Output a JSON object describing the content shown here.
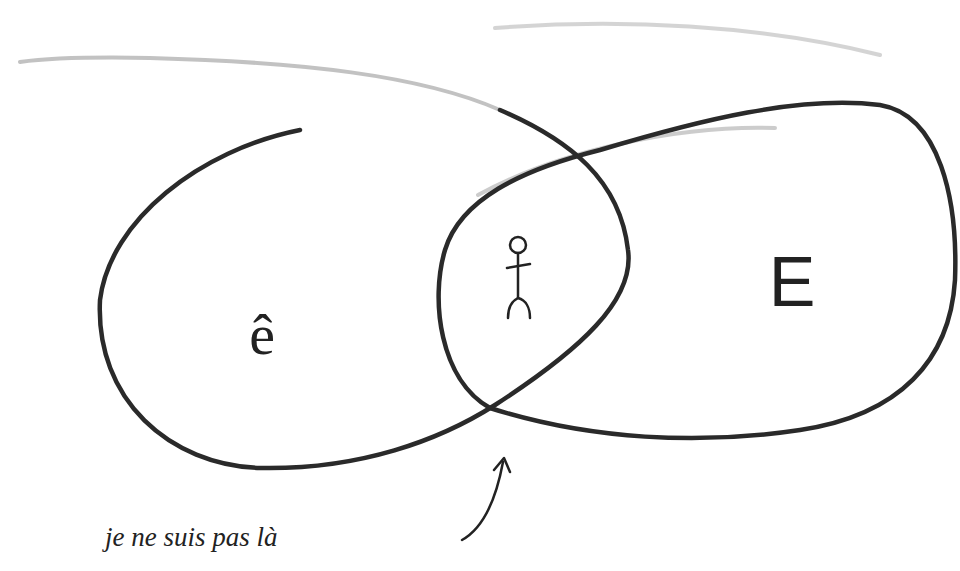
{
  "diagram": {
    "nodes": [
      {
        "text": [
          "ê"
        ]
      },
      {
        "text": [
          "E"
        ]
      }
    ],
    "labels": [
      "je ne suis pas là"
    ]
  }
}
